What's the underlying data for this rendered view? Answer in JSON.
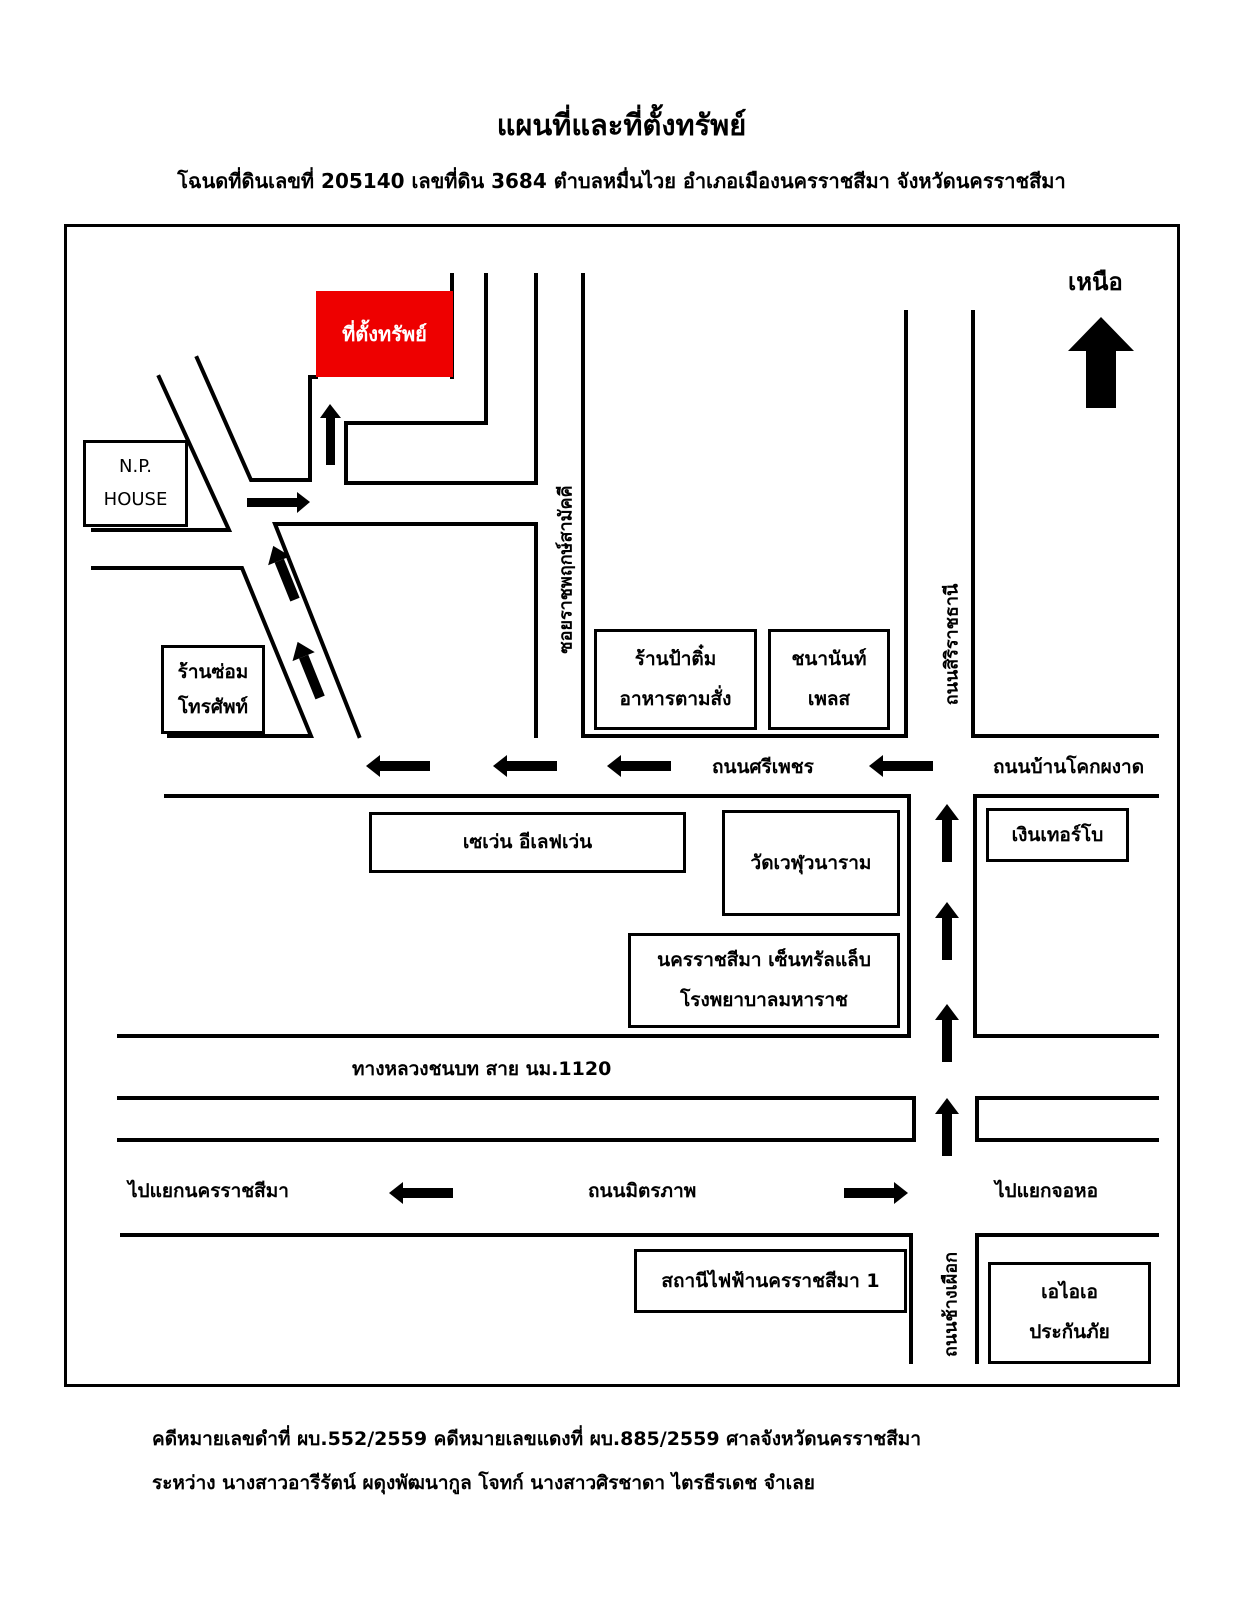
{
  "title": "แผนที่และที่ตั้งทรัพย์",
  "subtitle": "โฉนดที่ดินเลขที่ 205140 เลขที่ดิน 3684 ตำบลหมื่นไวย อำเภอเมืองนครราชสีมา จังหวัดนครราชสีมา",
  "map": {
    "north_label": "เหนือ",
    "property_label": "ที่ตั้งทรัพย์",
    "places": {
      "np_house": [
        "N.P.",
        "HOUSE"
      ],
      "phone_shop": [
        "ร้านซ่อม",
        "โทรศัพท์"
      ],
      "pa_tim": [
        "ร้านป้าติ๋ม",
        "อาหารตามสั่ง"
      ],
      "chananan": [
        "ชนานันท์",
        "เพลส"
      ],
      "seven": "เซเว่น อีเลฟเว่น",
      "wat": "วัดเวฬุวนาราม",
      "central_lab": [
        "นครราชสีมา เซ็นทรัลแล็บ",
        "โรงพยาบาลมหาราช"
      ],
      "ngern_turbo": "เงินเทอร์โบ",
      "power_station": "สถานีไฟฟ้านครราชสีมา 1",
      "aia": [
        "เอไอเอ",
        "ประกันภัย"
      ]
    },
    "roads": {
      "soi_ratchaphruek": "ซอยราชพฤกษ์สามัคคี",
      "sirirat": "ถนนสิริราชธานี",
      "sriphet": "ถนนศรีเพชร",
      "ban_khok": "ถนนบ้านโคกผงาด",
      "rural_road": "ทางหลวงชนบท สาย นม.1120",
      "mittraphap": "ถนนมิตรภาพ",
      "to_nakhon": "ไปแยกนครราชสีมา",
      "to_chorho": "ไปแยกจอหอ",
      "chang_phueak": "ถนนช้างเผือก"
    }
  },
  "footer": {
    "line1": "คดีหมายเลขดำที่ ผบ.552/2559 คดีหมายเลขแดงที่ ผบ.885/2559 ศาลจังหวัดนครราชสีมา",
    "line2": "ระหว่าง นางสาวอารีรัตน์ ผดุงพัฒนากูล โจทก์ นางสาวศิรชาดา ไตรธีรเดช จำเลย"
  }
}
